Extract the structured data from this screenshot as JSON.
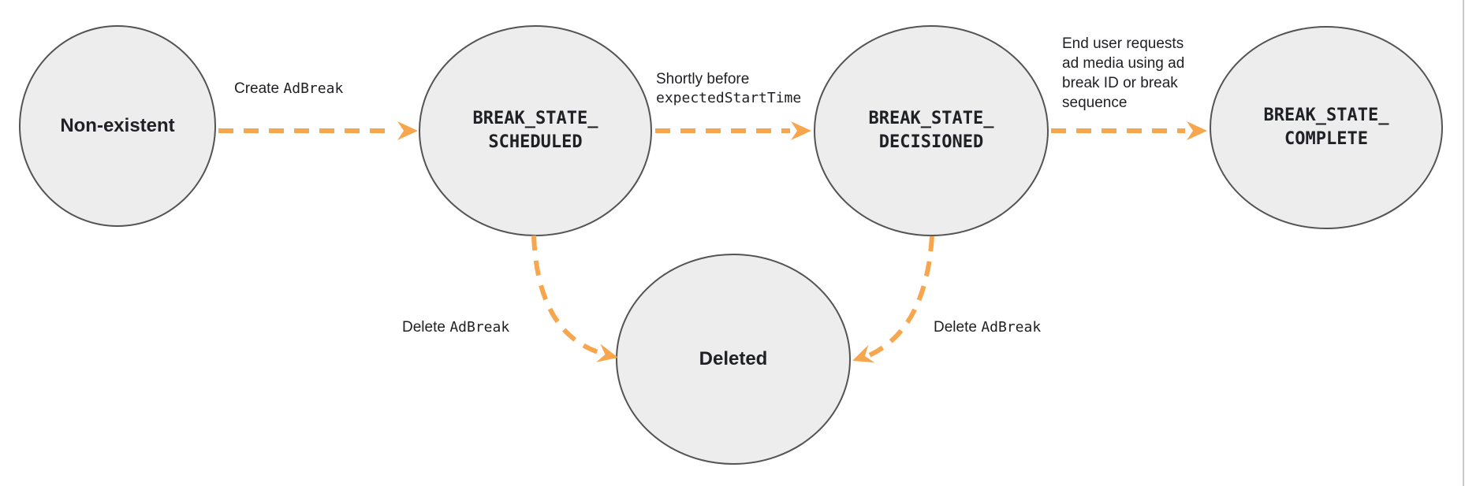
{
  "colors": {
    "arrow": "#F8A64D",
    "node-fill": "#EDEDED",
    "node-stroke": "#545454",
    "text": "#202124",
    "page-border": "#C9C9C9"
  },
  "states": {
    "non_existent": {
      "label": "Non-existent"
    },
    "scheduled": {
      "line1": "BREAK_STATE_",
      "line2": "SCHEDULED"
    },
    "decisioned": {
      "line1": "BREAK_STATE_",
      "line2": "DECISIONED"
    },
    "complete": {
      "line1": "BREAK_STATE_",
      "line2": "COMPLETE"
    },
    "deleted": {
      "label": "Deleted"
    }
  },
  "transitions": {
    "create": {
      "plain": "Create",
      "code": "AdBreak"
    },
    "shortly_before": {
      "plain": "Shortly before",
      "code": "expectedStartTime"
    },
    "end_user_request": {
      "line1": "End user requests",
      "line2": "ad media using ad",
      "line3": "break ID or break",
      "line4": "sequence"
    },
    "delete_from_scheduled": {
      "plain": "Delete",
      "code": "AdBreak"
    },
    "delete_from_decisioned": {
      "plain": "Delete",
      "code": "AdBreak"
    }
  }
}
